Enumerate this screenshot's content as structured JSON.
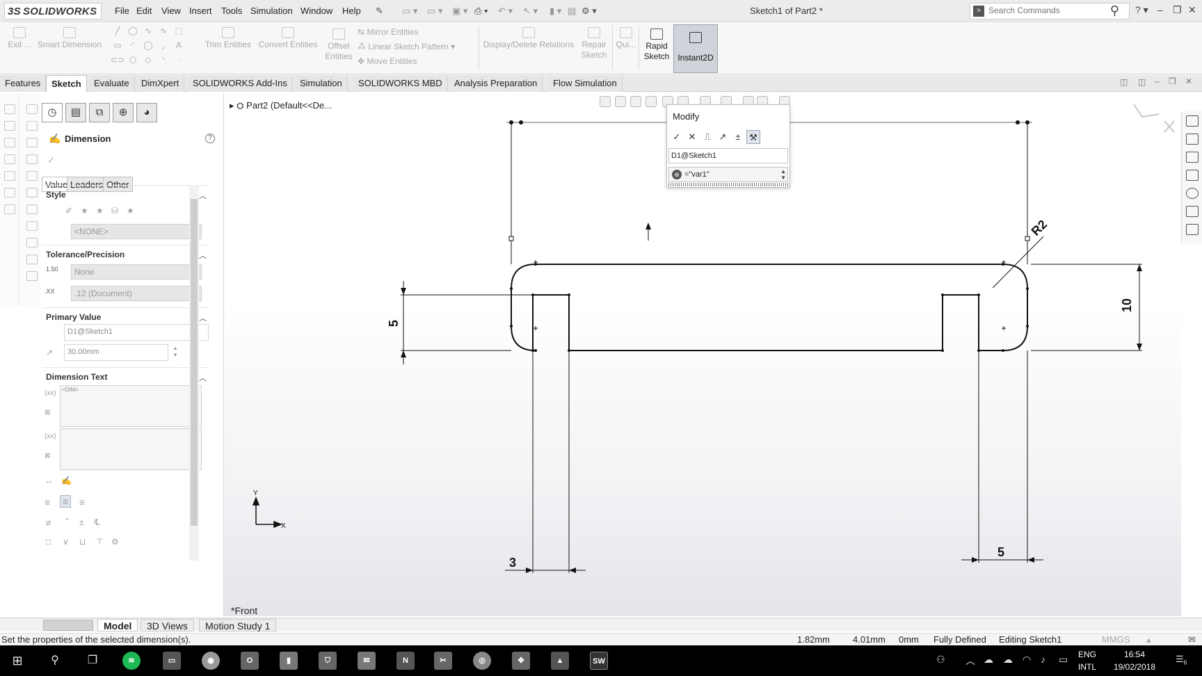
{
  "app": {
    "brand": "SOLIDWORKS",
    "brand_prefix": "3S",
    "document_title": "Sketch1 of Part2 *"
  },
  "menu": [
    "File",
    "Edit",
    "View",
    "Insert",
    "Tools",
    "Simulation",
    "Window",
    "Help"
  ],
  "search": {
    "placeholder": "Search Commands"
  },
  "commands": {
    "exit": "Exit ...",
    "smart_dimension": "Smart Dimension",
    "trim_entities": "Trim Entities",
    "convert_entities": "Convert Entities",
    "offset_line1": "Offset",
    "offset_line2": "Entities",
    "mirror_entities": "Mirror Entities",
    "linear_sketch_pattern": "Linear Sketch Pattern",
    "move_entities": "Move Entities",
    "display_delete_relations": "Display/Delete Relations",
    "repair_line1": "Repair",
    "repair_line2": "Sketch",
    "quick": "Qui...",
    "rapid_line1": "Rapid",
    "rapid_line2": "Sketch",
    "instant2d": "Instant2D"
  },
  "tabs": [
    "Features",
    "Sketch",
    "Evaluate",
    "DimXpert",
    "SOLIDWORKS Add-Ins",
    "Simulation",
    "SOLIDWORKS MBD",
    "Analysis Preparation",
    "Flow Simulation"
  ],
  "property_manager": {
    "title": "Dimension",
    "help": "?",
    "subtabs": [
      "Value",
      "Leaders",
      "Other"
    ],
    "style": {
      "header": "Style",
      "dropdown": "<NONE>"
    },
    "tolerance": {
      "header": "Tolerance/Precision",
      "tolerance_value": "None",
      "precision_value": ".12 (Document)"
    },
    "primary_value": {
      "header": "Primary Value",
      "name": "D1@Sketch1",
      "value": "30.00mm"
    },
    "dimension_text": {
      "header": "Dimension Text",
      "placeholder": "<DIM>"
    }
  },
  "graphics": {
    "tree_root": "Part2  (Default<<De...",
    "view_label": "*Front",
    "axis_x": "X",
    "axis_y": "Y",
    "dimensions": {
      "radius": "R2",
      "height_right": "10",
      "height_left": "5",
      "slot_left_width": "3",
      "slot_right_offset": "5"
    }
  },
  "modify_dialog": {
    "title": "Modify",
    "dimension_name": "D1@Sketch1",
    "value": "=\"var1\""
  },
  "bottom_tabs": [
    "Model",
    "3D Views",
    "Motion Study 1"
  ],
  "status": {
    "message": "Set the properties of the selected dimension(s).",
    "x": "1.82mm",
    "y": "4.01mm",
    "z": "0mm",
    "state": "Fully Defined",
    "editing": "Editing Sketch1",
    "units": "MMGS"
  },
  "taskbar": {
    "lang1": "ENG",
    "lang2": "INTL",
    "time": "16:54",
    "date": "19/02/2018",
    "notification_count": "6"
  }
}
